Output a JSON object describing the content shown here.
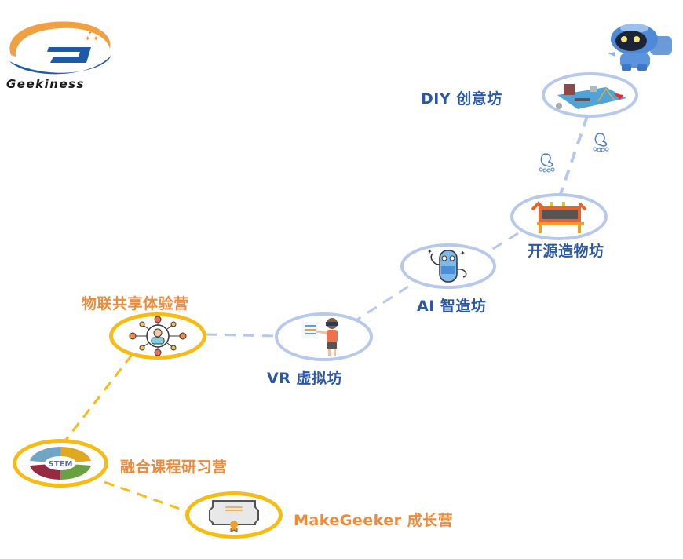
{
  "logo": {
    "brand_text": "Geekiness",
    "colors": {
      "orange": "#f0a040",
      "blue": "#1f5aa8"
    }
  },
  "mascot": {
    "icon": "robot-mascot-icon"
  },
  "colors": {
    "blue_track": "#b6c8ec",
    "gold_track": "#f7bb16",
    "blue_label": "#2a58a6",
    "orange_label": "#ef8a3a"
  },
  "nodes": [
    {
      "id": "diy",
      "label": "DIY 创意坊",
      "icon": "circuit-board-icon",
      "track": "blue"
    },
    {
      "id": "opensource",
      "label": "开源造物坊",
      "icon": "robot-arm-vehicle-icon",
      "track": "blue"
    },
    {
      "id": "ai",
      "label": "AI 智造坊",
      "icon": "ai-robot-icon",
      "track": "blue"
    },
    {
      "id": "vr",
      "label": "VR 虚拟坊",
      "icon": "vr-headset-person-icon",
      "track": "blue"
    },
    {
      "id": "iot",
      "label": "物联共享体验营",
      "icon": "network-person-icon",
      "track": "gold"
    },
    {
      "id": "stem",
      "label": "融合课程研习营",
      "icon": "stem-wheel-icon",
      "track": "gold",
      "icon_text": "STEM"
    },
    {
      "id": "makegeeker",
      "label": "MakeGeeker 成长营",
      "icon": "certificate-icon",
      "track": "gold"
    }
  ],
  "decorations": {
    "footprints": [
      "footprint-icon",
      "footprint-icon"
    ]
  }
}
